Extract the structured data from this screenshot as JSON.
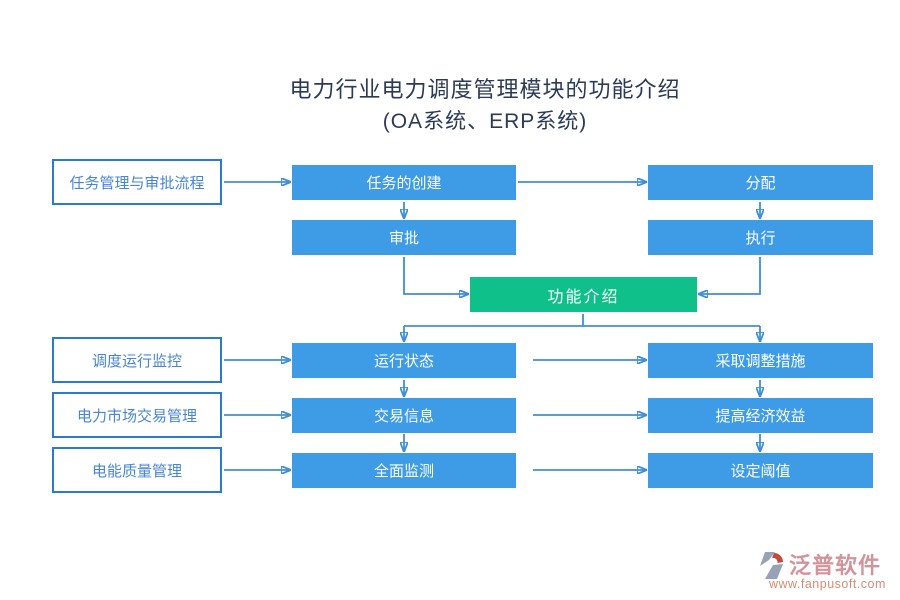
{
  "title": {
    "line1": "电力行业电力调度管理模块的功能介绍",
    "line2": "(OA系统、ERP系统)"
  },
  "left_boxes": {
    "task_approval": "任务管理与审批流程",
    "dispatch_monitor": "调度运行监控",
    "market_trade": "电力市场交易管理",
    "power_quality": "电能质量管理"
  },
  "flow_boxes": {
    "task_create": "任务的创建",
    "assign": "分配",
    "approve": "审批",
    "execute": "执行",
    "feature_intro": "功能介绍",
    "run_status": "运行状态",
    "adjust_measures": "采取调整措施",
    "trade_info": "交易信息",
    "economic_benefit": "提高经济效益",
    "full_monitor": "全面监测",
    "set_threshold": "设定阈值"
  },
  "logo": {
    "name": "泛普软件",
    "url": "www.fanpusoft.com"
  },
  "colors": {
    "blue_box": "#3d9ce5",
    "green_box": "#10c08a",
    "white_box_border": "#2b7ad2",
    "white_box_text": "#4685d6",
    "arrow": "#3e8fd5",
    "title_text": "#2b3a55",
    "logo_name": "#d2949a",
    "logo_url": "#da8a74"
  }
}
